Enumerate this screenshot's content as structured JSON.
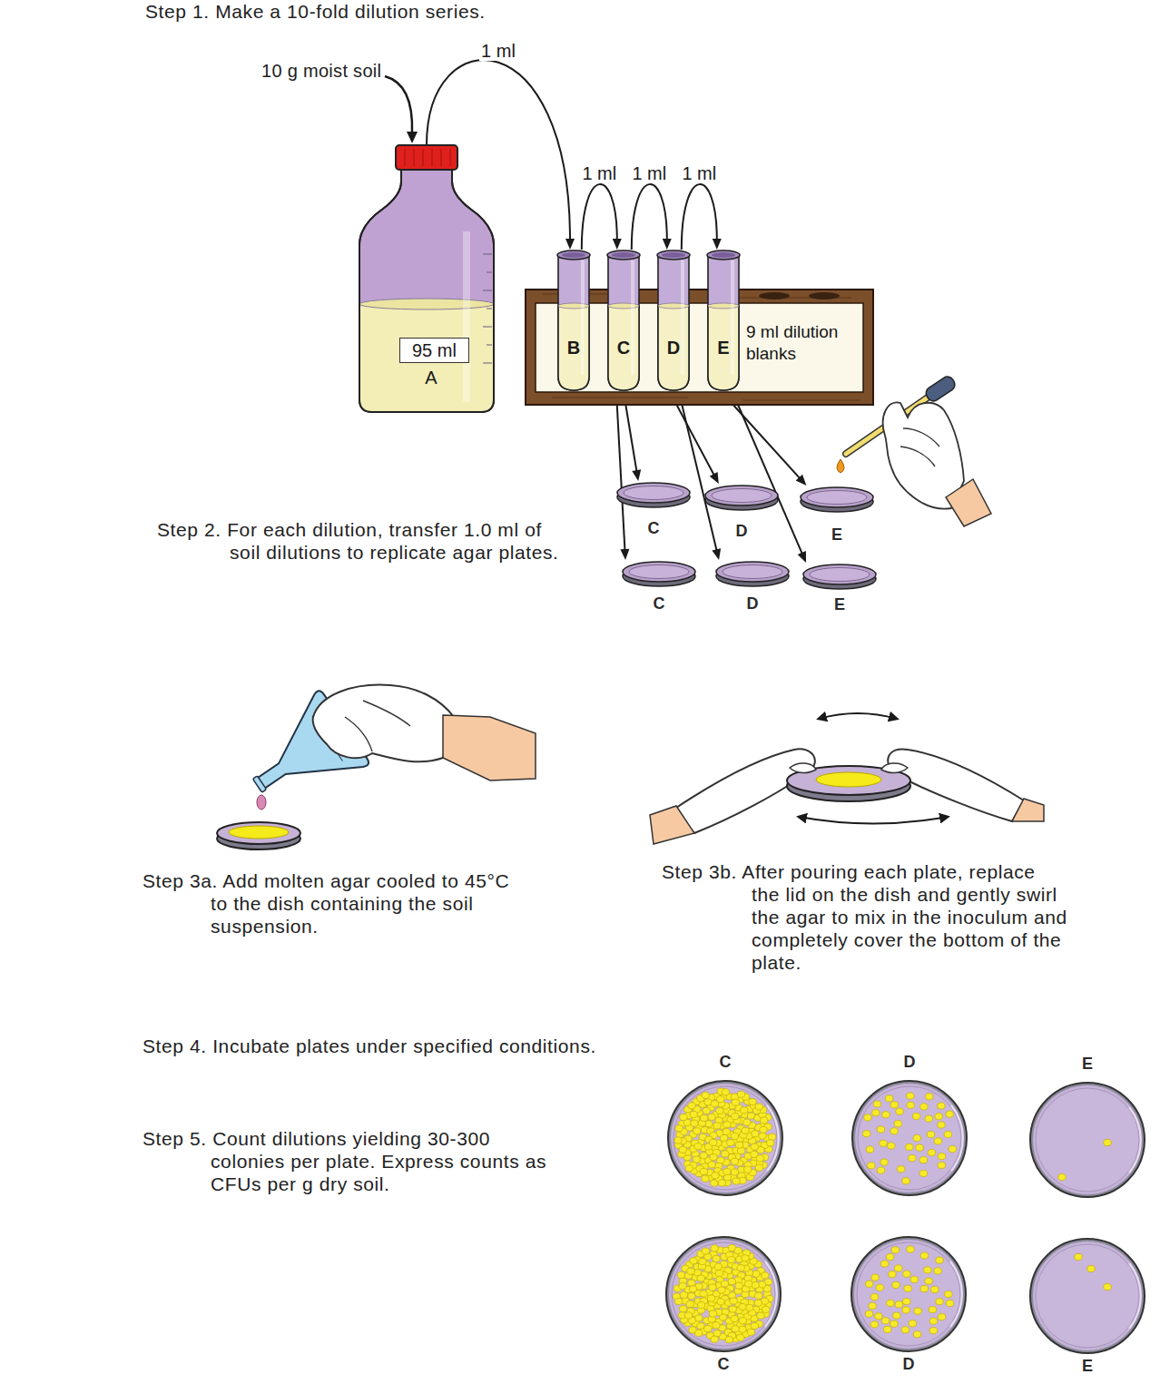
{
  "diagram": {
    "nodes": [
      {
        "text": [
          "A"
        ]
      },
      {
        "text": [
          "95 ml"
        ],
        "in": 0
      },
      {
        "text": [
          "9 ml dilution blanks"
        ]
      },
      {
        "text": [
          "B"
        ],
        "in": 2
      },
      {
        "text": [
          "C"
        ],
        "in": 2
      },
      {
        "text": [
          "D"
        ],
        "in": 2
      },
      {
        "text": [
          "E"
        ],
        "in": 2
      },
      {
        "text": [
          "C"
        ]
      },
      {
        "text": [
          "D"
        ]
      },
      {
        "text": [
          "E"
        ]
      },
      {
        "text": [
          "C"
        ]
      },
      {
        "text": [
          "D"
        ]
      },
      {
        "text": [
          "E"
        ]
      },
      {
        "text": [
          "C"
        ]
      },
      {
        "text": [
          "D"
        ]
      },
      {
        "text": [
          "E"
        ]
      },
      {
        "text": [
          "C"
        ]
      },
      {
        "text": [
          "D"
        ]
      },
      {
        "text": [
          "E"
        ]
      }
    ],
    "edges": [
      {
        "from": 0,
        "to": 3,
        "arrow": "to",
        "label": "1 ml"
      },
      {
        "from": 3,
        "to": 4,
        "arrow": "to",
        "label": "1 ml"
      },
      {
        "from": 4,
        "to": 5,
        "arrow": "to",
        "label": "1 ml"
      },
      {
        "from": 5,
        "to": 6,
        "arrow": "to",
        "label": "1 ml"
      },
      {
        "from": 4,
        "to": 7,
        "arrow": "to"
      },
      {
        "from": 4,
        "to": 10,
        "arrow": "to"
      },
      {
        "from": 5,
        "to": 8,
        "arrow": "to"
      },
      {
        "from": 5,
        "to": 11,
        "arrow": "to"
      },
      {
        "from": 6,
        "to": 9,
        "arrow": "to"
      },
      {
        "from": 6,
        "to": 12,
        "arrow": "to"
      }
    ],
    "labels": [
      "Step 1. Make a 10-fold dilution series.",
      "10 g moist soil",
      "Step 2. For each dilution, transfer 1.0 ml of soil dilutions to replicate agar plates.",
      "Step 3a. Add molten agar cooled to 45°C to the dish containing the soil suspension.",
      "Step 3b. After pouring each plate, replace the lid on the dish and gently swirl the agar to mix in the inoculum and completely cover the bottom of the plate.",
      "Step 4. Incubate plates under specified conditions.",
      "Step 5. Count dilutions yielding 30-300 colonies per plate. Express counts as CFUs per g dry soil."
    ]
  }
}
